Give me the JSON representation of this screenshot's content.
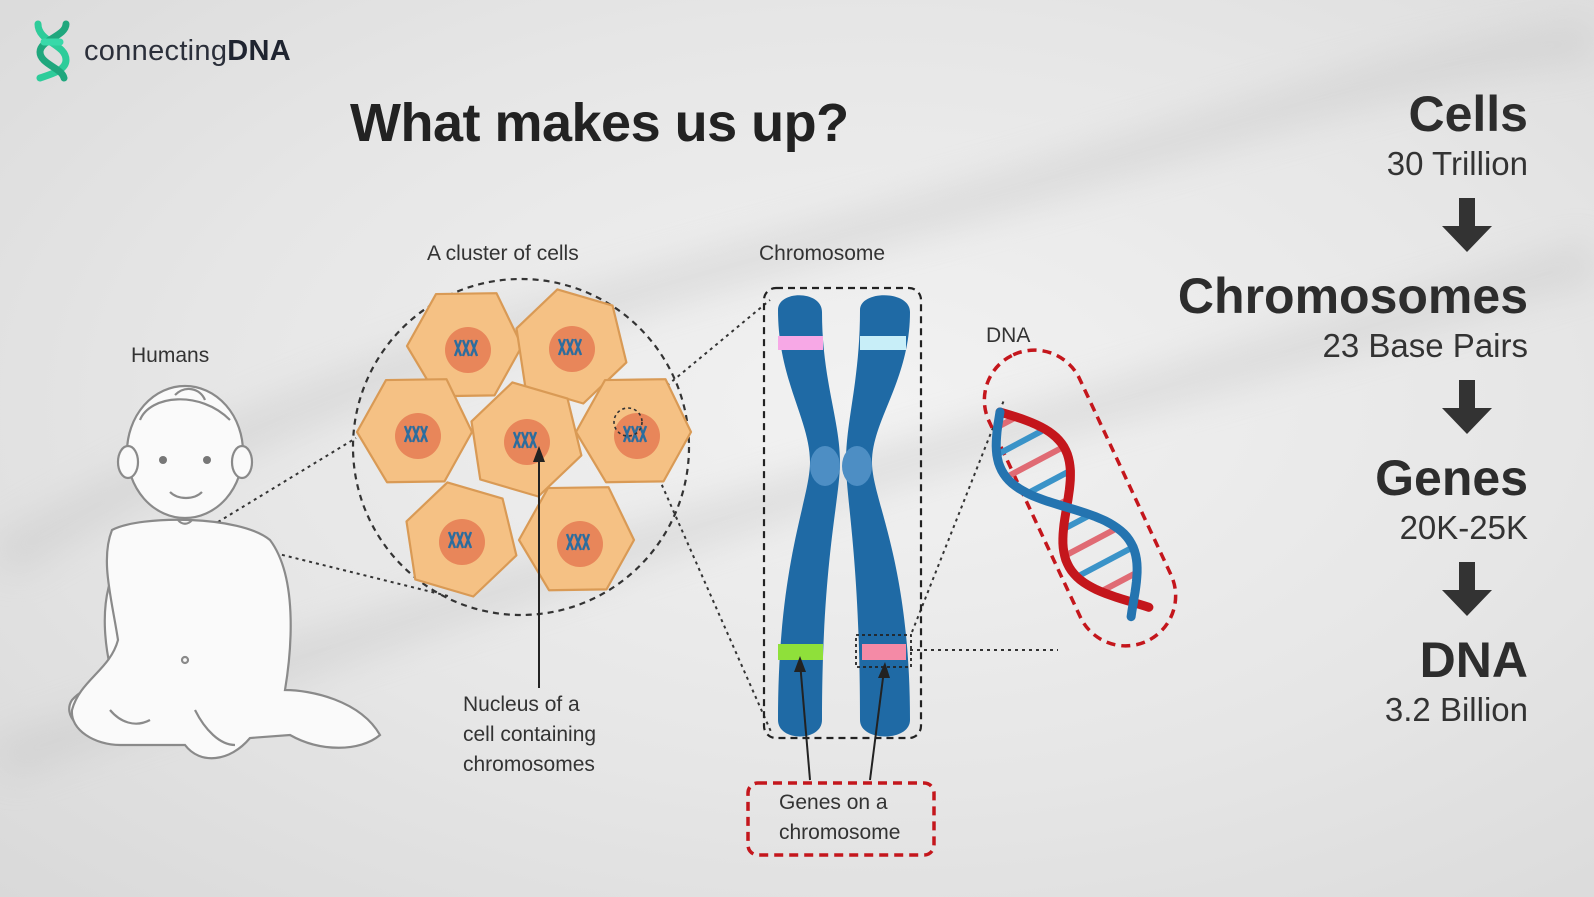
{
  "brand": {
    "name_light": "connecting",
    "name_bold": "DNA",
    "color": "#2ecc9a"
  },
  "title": "What makes us up?",
  "labels": {
    "humans": "Humans",
    "cluster": "A cluster of cells",
    "chromosome": "Chromosome",
    "dna": "DNA",
    "nucleus": [
      "Nucleus of a",
      "cell containing",
      "chromosomes"
    ],
    "genes": [
      "Genes on a",
      "chromosome"
    ]
  },
  "stats": [
    {
      "head": "Cells",
      "sub": "30 Trillion"
    },
    {
      "head": "Chromosomes",
      "sub": "23 Base Pairs"
    },
    {
      "head": "Genes",
      "sub": "20K-25K"
    },
    {
      "head": "DNA",
      "sub": "3.2 Billion"
    }
  ],
  "colors": {
    "cell_fill": "#f5c184",
    "cell_stroke": "#d99a55",
    "nucleus": "#e8865a",
    "chromosome": "#1f6aa5",
    "dna_red": "#c4161c",
    "dna_blue": "#2474b0",
    "dashed_red": "#c4161c"
  }
}
